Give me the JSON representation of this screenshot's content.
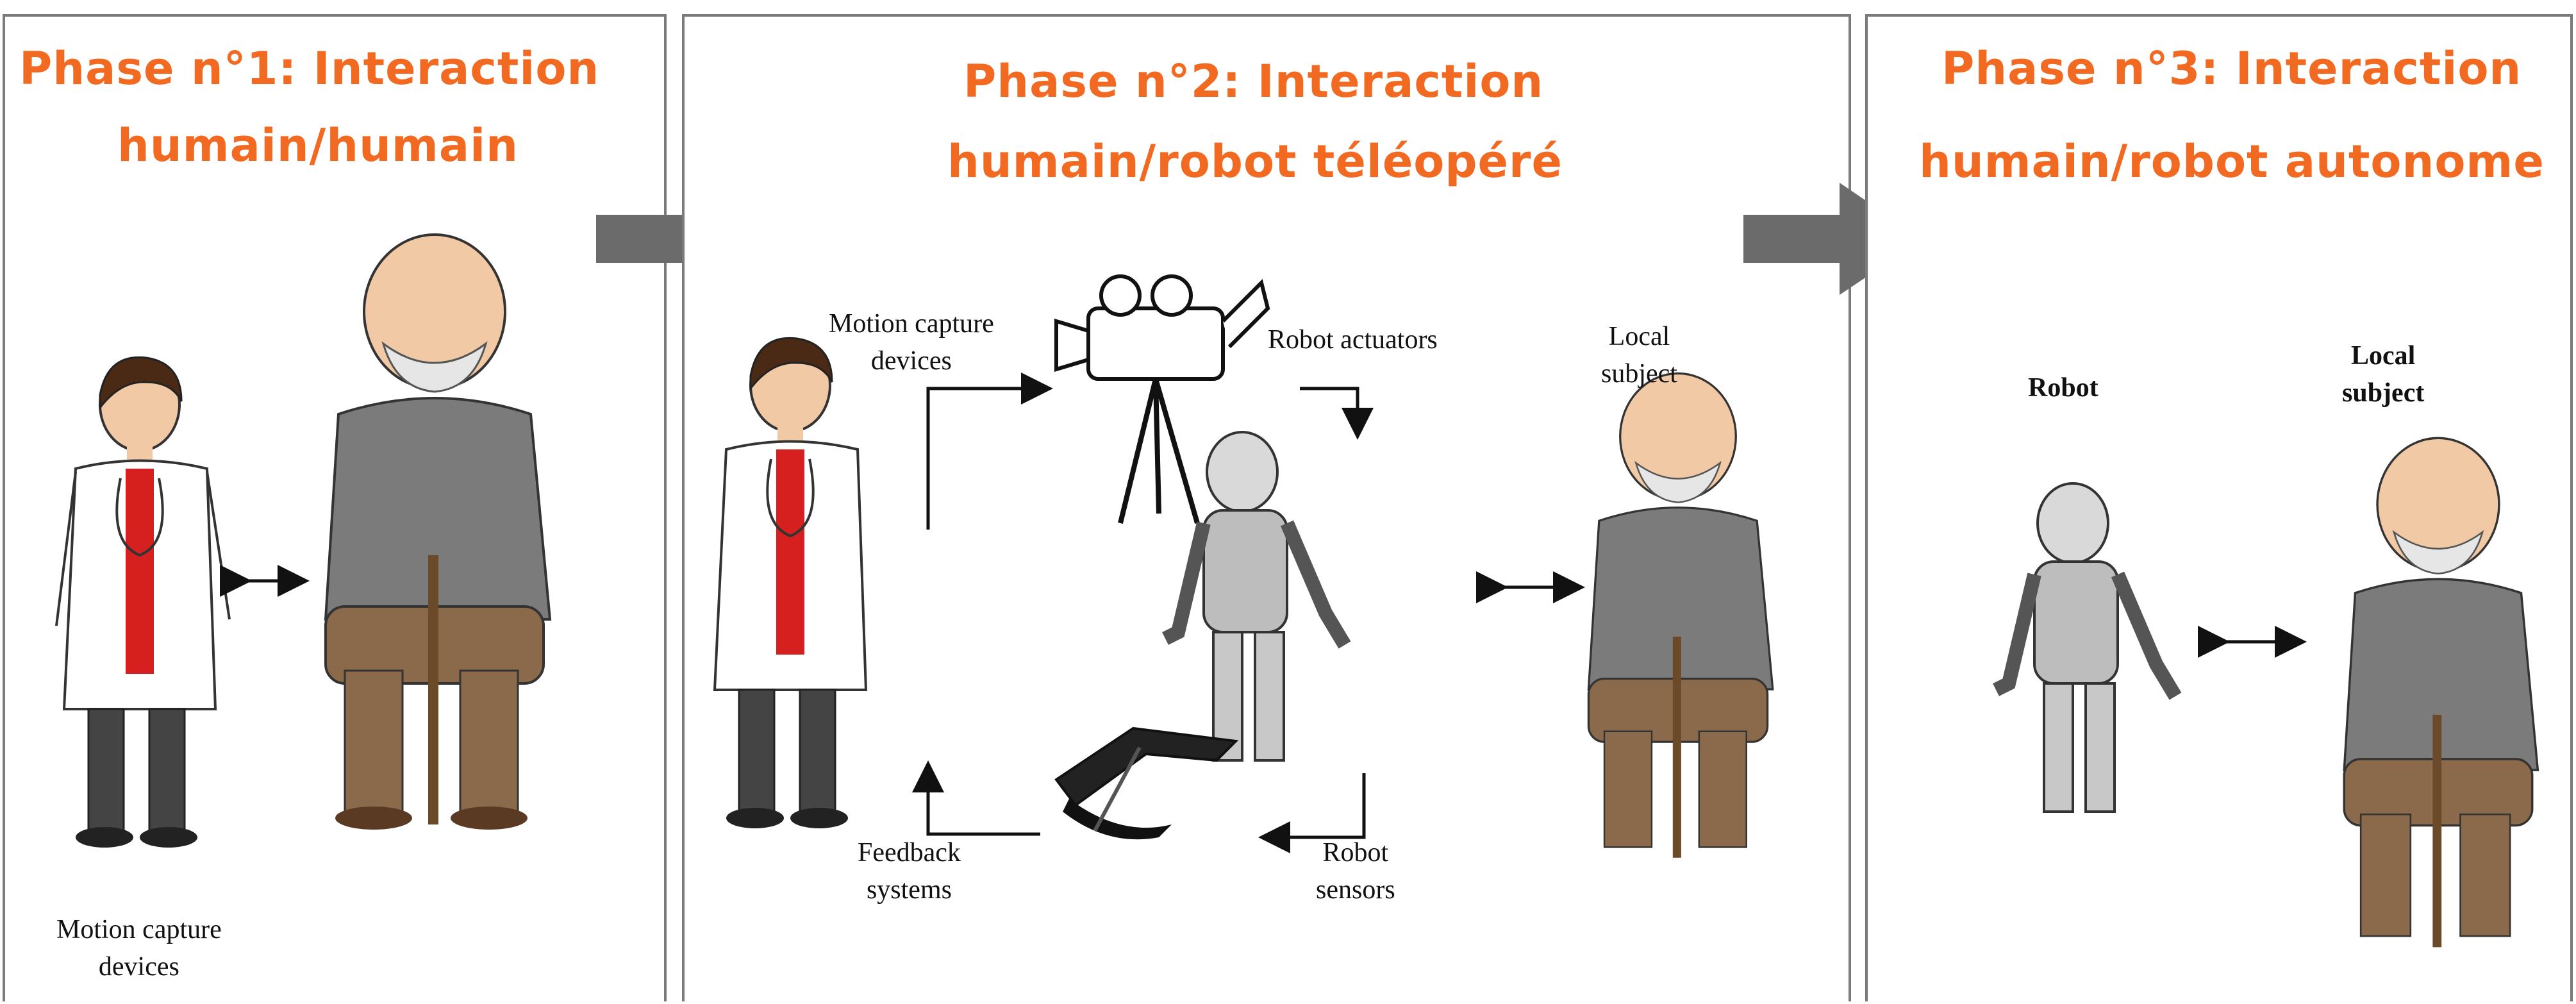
{
  "panels": [
    {
      "title_line1": "Phase n°1: Interaction",
      "title_line2": "humain/humain",
      "label_capture": "Motion capture",
      "label_capture2": "devices"
    },
    {
      "title_line1": "Phase n°2: Interaction",
      "title_line2": "humain/robot téléopéré",
      "label_capture": "Motion capture",
      "label_capture2": "devices",
      "label_actuators": "Robot actuators",
      "label_local": "Local",
      "label_local2": "subject",
      "label_feedback": "Feedback",
      "label_feedback2": "systems",
      "label_sensors": "Robot",
      "label_sensors2": "sensors"
    },
    {
      "title_line1": "Phase n°3: Interaction",
      "title_line2": "humain/robot autonome",
      "label_robot": "Robot",
      "label_local": "Local",
      "label_local2": "subject"
    }
  ],
  "colors": {
    "title": "#f26a21",
    "border": "#7a7a7a",
    "arrow": "#6b6b6b"
  },
  "icons": [
    "doctor-figure",
    "elderly-man-figure",
    "video-camera-icon",
    "humanoid-robot-figure",
    "vr-glasses-icon"
  ]
}
